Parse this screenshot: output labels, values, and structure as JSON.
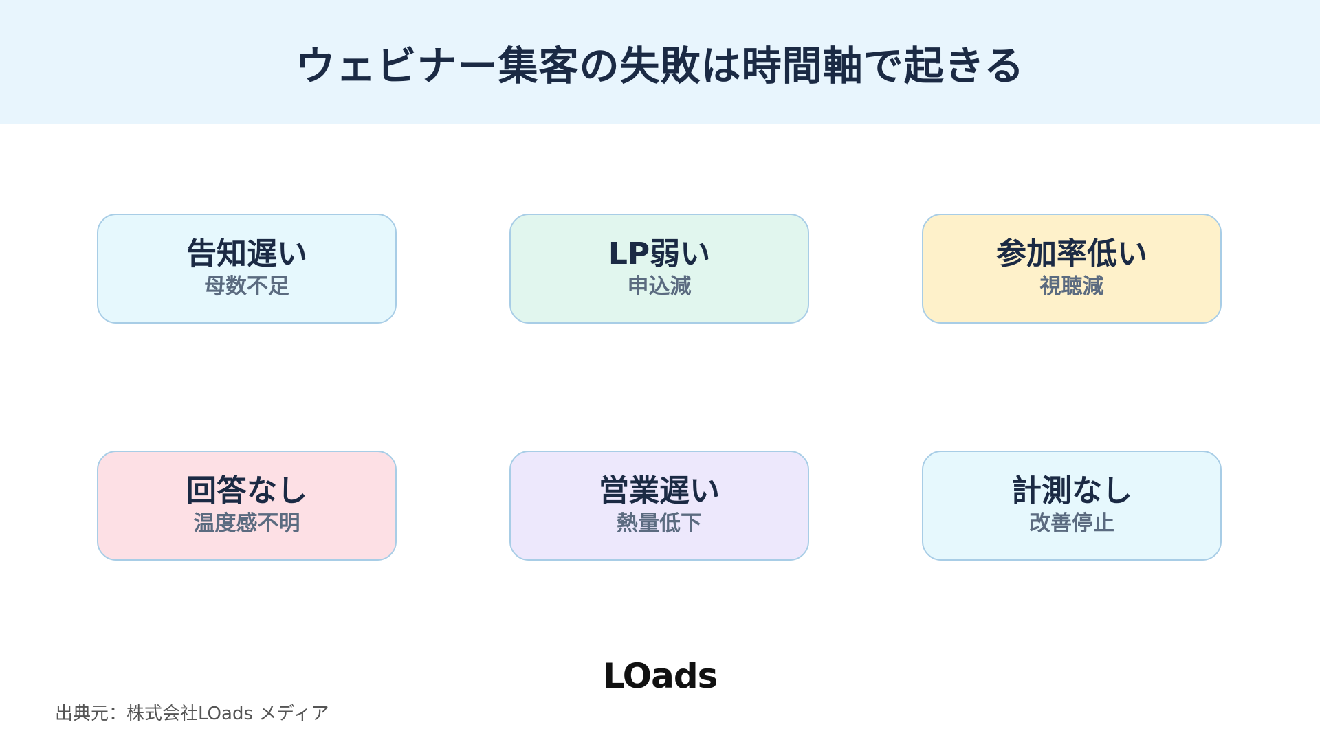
{
  "header": {
    "title": "ウェビナー集客の失敗は時間軸で起きる",
    "background": "#e8f5fd"
  },
  "cards": [
    {
      "title": "告知遅い",
      "sub": "母数不足",
      "color": "#e6f8fd"
    },
    {
      "title": "LP弱い",
      "sub": "申込減",
      "color": "#e1f6ee"
    },
    {
      "title": "参加率低い",
      "sub": "視聴減",
      "color": "#fef1ca"
    },
    {
      "title": "回答なし",
      "sub": "温度感不明",
      "color": "#fde0e5"
    },
    {
      "title": "営業遅い",
      "sub": "熱量低下",
      "color": "#ede8fc"
    },
    {
      "title": "計測なし",
      "sub": "改善停止",
      "color": "#e6f8fd"
    }
  ],
  "logo": {
    "text": "LOads"
  },
  "footer": {
    "source": "出典元：株式会社LOads メディア"
  }
}
